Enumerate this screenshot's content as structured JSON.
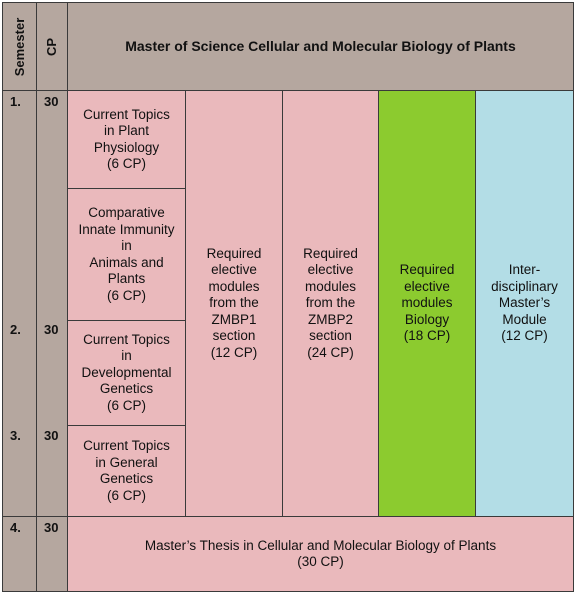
{
  "header": {
    "semester_label": "Semester",
    "cp_label": "CP",
    "title": "Master of Science Cellular and Molecular Biology of Plants"
  },
  "semesters": [
    {
      "number": "1.",
      "cp": "30"
    },
    {
      "number": "2.",
      "cp": "30"
    },
    {
      "number": "3.",
      "cp": "30"
    },
    {
      "number": "4.",
      "cp": "30"
    }
  ],
  "modules": {
    "plant_physiology": "Current Topics\nin Plant\nPhysiology\n(6 CP)",
    "innate_immunity": "Comparative\nInnate Immunity\nin\nAnimals and\nPlants\n(6 CP)",
    "developmental_genetics": "Current Topics\nin\nDevelopmental\nGenetics\n(6 CP)",
    "general_genetics": "Current Topics\nin General\nGenetics\n(6 CP)",
    "zmbp1": "Required\nelective\nmodules\nfrom the\nZMBP1\nsection\n(12 CP)",
    "zmbp2": "Required\nelective\nmodules\nfrom the\nZMBP2\nsection\n(24 CP)",
    "biology": "Required\nelective\nmodules\nBiology\n(18 CP)",
    "interdisciplinary": "Inter-\ndisciplinary\nMaster’s\nModule\n(12 CP)",
    "thesis": "Master’s Thesis in Cellular and Molecular Biology of Plants\n(30 CP)"
  },
  "colors": {
    "taupe": "#b5a79f",
    "pink": "#eab9bc",
    "green": "#8ccb2f",
    "blue": "#b3dde6"
  }
}
